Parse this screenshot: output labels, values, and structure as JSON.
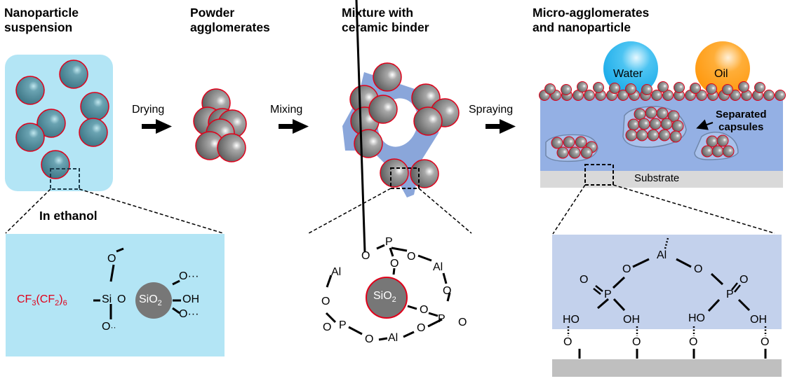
{
  "stages": [
    {
      "title_line1": "Nanoparticle",
      "title_line2": "suspension"
    },
    {
      "title_line1": "Powder",
      "title_line2": "agglomerates"
    },
    {
      "title_line1": "Mixture with",
      "title_line2": "ceramic binder"
    },
    {
      "title_line1": "Micro-agglomerates",
      "title_line2": "and nanoparticle"
    }
  ],
  "steps": [
    {
      "label": "Drying"
    },
    {
      "label": "Mixing"
    },
    {
      "label": "Spraying"
    }
  ],
  "medium_label": "In ethanol",
  "droplets": {
    "water": "Water",
    "oil": "Oil"
  },
  "capsule_label_line1": "Separated",
  "capsule_label_line2": "capsules",
  "substrate_label": "Substrate",
  "chem1": {
    "chain": "CF",
    "chain_sub1": "3",
    "chain_mid": "(CF",
    "chain_sub2": "2",
    "chain_end": ")",
    "chain_sub3": "6",
    "si": "Si",
    "o": "O",
    "core": "SiO",
    "core_sub": "2",
    "oh": "OH",
    "dots": "···"
  },
  "chem2": {
    "p": "P",
    "al": "Al",
    "o": "O",
    "core": "SiO",
    "core_sub": "2"
  },
  "chem3": {
    "al": "Al",
    "o": "O",
    "p": "P",
    "ho": "HO",
    "oh": "OH"
  },
  "colors": {
    "suspension_bg": "#b3e5f5",
    "particle_teal": "#4e8a9a",
    "particle_gray": "#7a7a7a",
    "particle_outline": "#e0001a",
    "binder": "#8aa6da",
    "coating": "#94b0e4",
    "substrate": "#d9d9d9",
    "chem3_bg": "#c3d1ec",
    "chem_red": "#e0001a",
    "water": "#21b0ec",
    "oil": "#ff9a10",
    "core_gray": "#777777"
  }
}
